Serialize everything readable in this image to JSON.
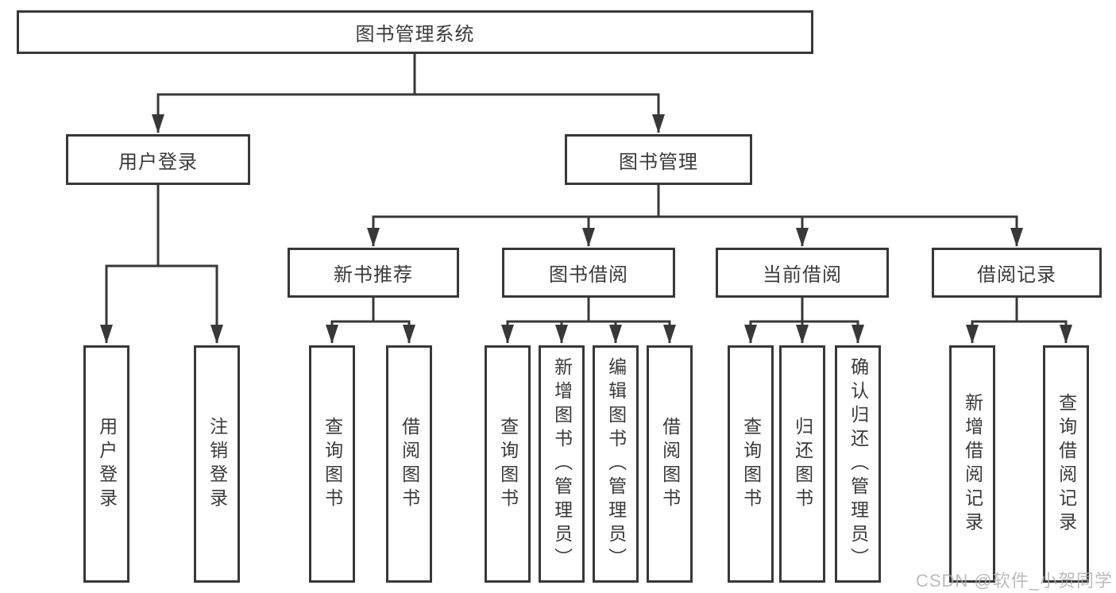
{
  "tree": {
    "root": {
      "label": "图书管理系统"
    },
    "branches": [
      {
        "label": "用户登录",
        "leaves": [
          {
            "label": "用户登录"
          },
          {
            "label": "注销登录"
          }
        ]
      },
      {
        "label": "图书管理",
        "groups": [
          {
            "label": "新书推荐",
            "leaves": [
              {
                "label": "查询图书"
              },
              {
                "label": "借阅图书"
              }
            ]
          },
          {
            "label": "图书借阅",
            "leaves": [
              {
                "label": "查询图书"
              },
              {
                "label": "新增图书（管理员）"
              },
              {
                "label": "编辑图书（管理员）"
              },
              {
                "label": "借阅图书"
              }
            ]
          },
          {
            "label": "当前借阅",
            "leaves": [
              {
                "label": "查询图书"
              },
              {
                "label": "归还图书"
              },
              {
                "label": "确认归还（管理员）"
              }
            ]
          },
          {
            "label": "借阅记录",
            "leaves": [
              {
                "label": "新增借阅记录"
              },
              {
                "label": "查询借阅记录"
              }
            ]
          }
        ]
      }
    ]
  },
  "watermark": {
    "text": "CSDN @软件_小贺同学"
  },
  "colors": {
    "line": "#383838",
    "box_border": "#383838",
    "text": "#3a3a3a",
    "background": "#ffffff",
    "watermark": "#ababab"
  }
}
